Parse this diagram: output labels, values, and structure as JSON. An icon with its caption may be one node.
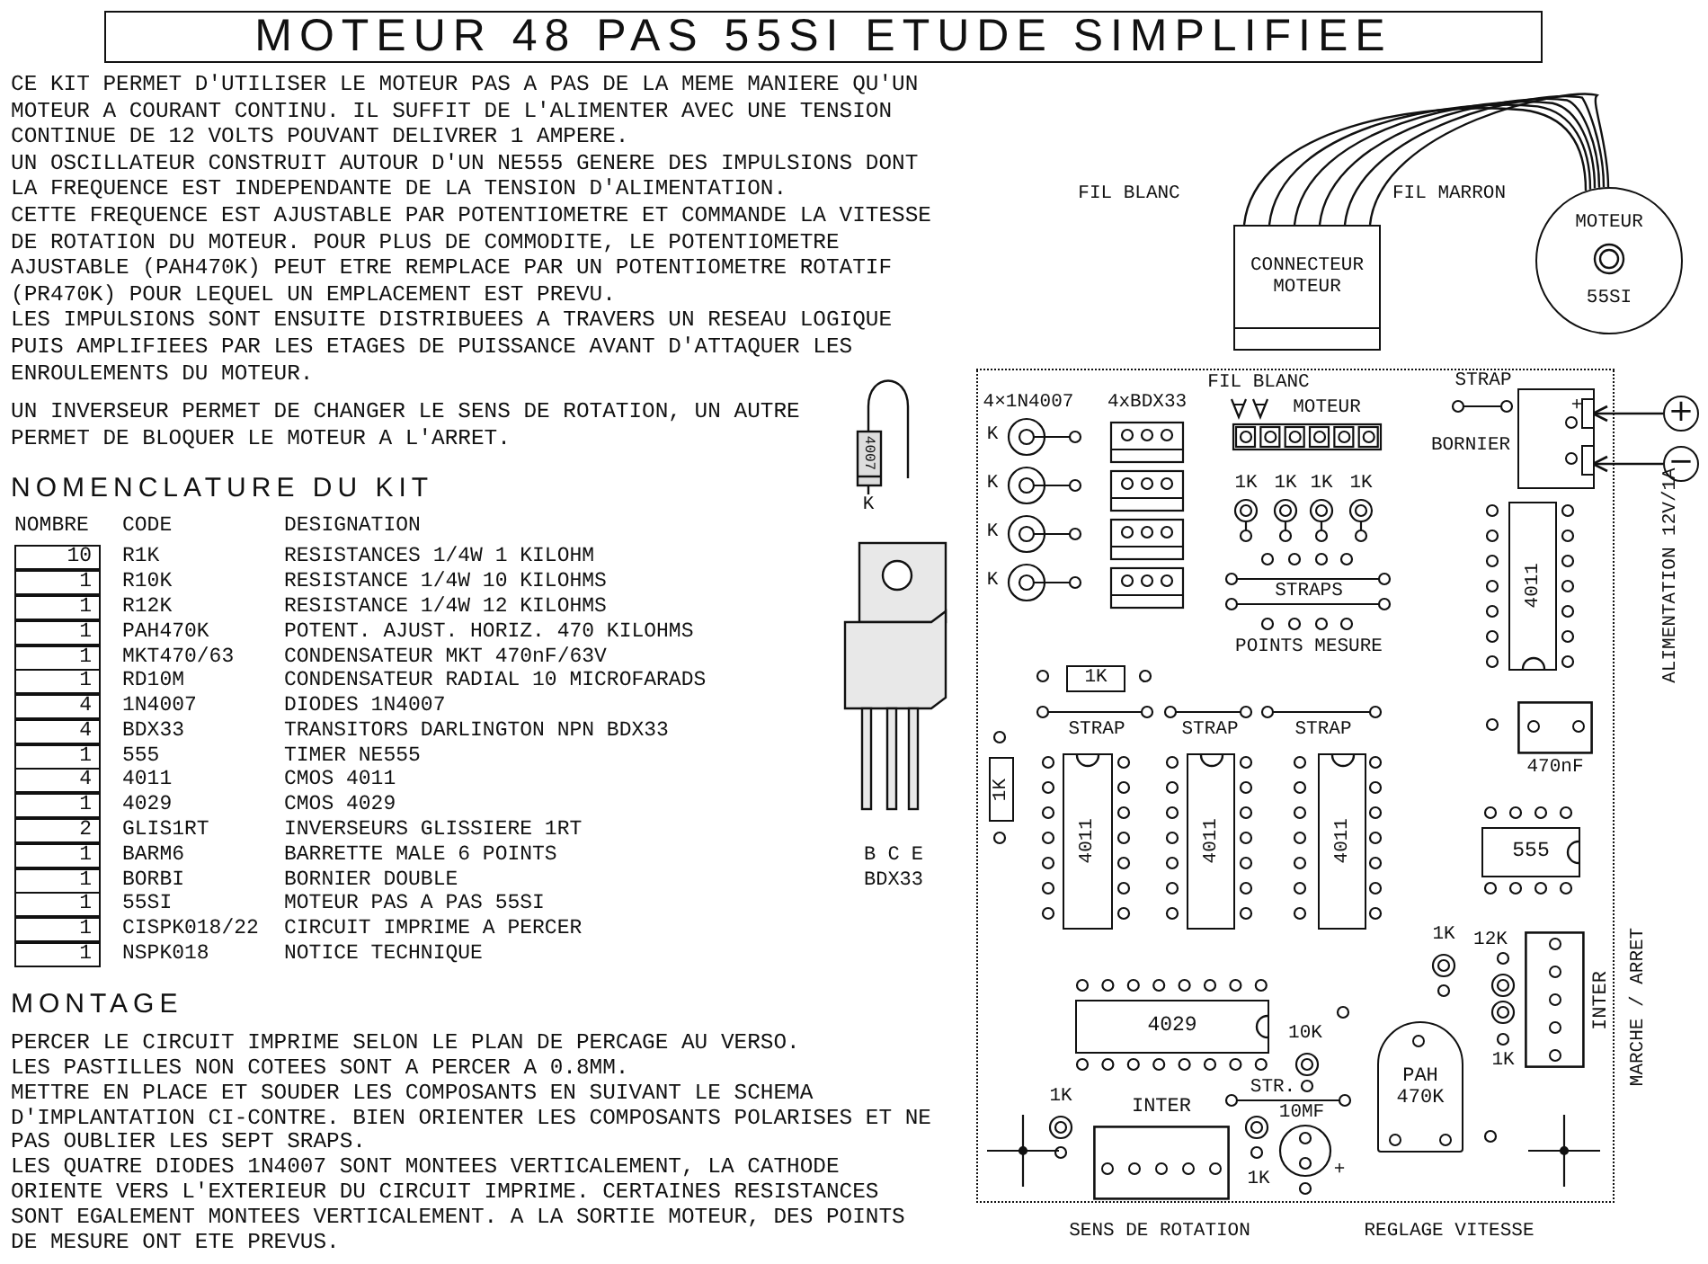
{
  "diagram": {
    "title": "MOTEUR 48 PAS 55SI ETUDE SIMPLIFIEE",
    "nodes": [
      {
        "text": [
          "CONNECTEUR MOTEUR"
        ]
      },
      {
        "text": [
          "MOTEUR",
          "55SI"
        ]
      },
      {
        "text": [],
        "shape": "box"
      },
      {
        "text": [
          "+"
        ]
      },
      {
        "text": [
          "−"
        ]
      },
      {
        "text": [],
        "shape": "box",
        "in": 2
      },
      {
        "text": [
          "4011"
        ],
        "in": 2
      },
      {
        "text": [
          "1K"
        ],
        "in": 2
      },
      {
        "text": [
          "1K"
        ],
        "in": 2
      },
      {
        "text": [
          "4011"
        ],
        "in": 2
      },
      {
        "text": [
          "4011"
        ],
        "in": 2
      },
      {
        "text": [
          "4011"
        ],
        "in": 2
      },
      {
        "text": [
          "470nF"
        ],
        "in": 2
      },
      {
        "text": [
          "555"
        ],
        "in": 2
      },
      {
        "text": [
          "4029"
        ],
        "in": 2
      },
      {
        "text": [
          "INTER"
        ],
        "in": 2
      },
      {
        "text": [
          "PAH 470K"
        ],
        "in": 2
      },
      {
        "text": [
          "INTER"
        ],
        "in": 2
      }
    ],
    "edges": [
      {
        "from": 0,
        "to": 1,
        "arrow": "none"
      },
      {
        "from": 0,
        "to": 1,
        "arrow": "none"
      },
      {
        "from": 0,
        "to": 1,
        "arrow": "none"
      },
      {
        "from": 0,
        "to": 1,
        "arrow": "none"
      },
      {
        "from": 0,
        "to": 1,
        "arrow": "none"
      },
      {
        "from": 0,
        "to": 1,
        "arrow": "none"
      },
      {
        "from": 3,
        "to": 5,
        "arrow": "to"
      },
      {
        "from": 4,
        "to": 5,
        "arrow": "to"
      }
    ],
    "labels": [
      "CE KIT PERMET D'UTILISER LE MOTEUR PAS A PAS DE LA MEME MANIERE QU'UN MOTEUR A COURANT CONTINU. IL SUFFIT DE L'ALIMENTER AVEC UNE TENSION CONTINUE DE 12 VOLTS POUVANT DELIVRER 1 AMPERE.",
      "UN OSCILLATEUR CONSTRUIT AUTOUR D'UN NE555 GENERE DES IMPULSIONS DONT LA FREQUENCE EST INDEPENDANTE DE LA TENSION D'ALIMENTATION.",
      "CETTE FREQUENCE EST AJUSTABLE PAR POTENTIOMETRE ET COMMANDE LA VITESSE DE ROTATION DU MOTEUR. POUR PLUS DE COMMODITE, LE POTENTIOMETRE AJUSTABLE (PAH470K) PEUT ETRE REMPLACE PAR UN POTENTIOMETRE ROTATIF (PR470K) POUR LEQUEL UN EMPLACEMENT EST PREVU.",
      "LES IMPULSIONS SONT ENSUITE DISTRIBUEES A TRAVERS UN RESEAU LOGIQUE PUIS AMPLIFIEES PAR LES ETAGES DE PUISSANCE AVANT D'ATTAQUER LES ENROULEMENTS DU MOTEUR.",
      "UN INVERSEUR PERMET DE CHANGER LE SENS DE ROTATION, UN AUTRE PERMET DE BLOQUER LE MOTEUR A L'ARRET.",
      "NOMENCLATURE DU KIT",
      "NOMBRE",
      "CODE",
      "DESIGNATION",
      "10",
      "R1K",
      "RESISTANCES 1/4W 1 KILOHM",
      "1",
      "R10K",
      "RESISTANCE 1/4W 10 KILOHMS",
      "1",
      "R12K",
      "RESISTANCE 1/4W 12 KILOHMS",
      "1",
      "PAH470K",
      "POTENT. AJUST. HORIZ. 470 KILOHMS",
      "1",
      "MKT470/63",
      "CONDENSATEUR MKT 470nF/63V",
      "1",
      "RD10M",
      "CONDENSATEUR RADIAL 10 MICROFARADS",
      "4",
      "1N4007",
      "DIODES 1N4007",
      "4",
      "BDX33",
      "TRANSITORS DARLINGTON NPN BDX33",
      "1",
      "555",
      "TIMER NE555",
      "4",
      "4011",
      "CMOS 4011",
      "1",
      "4029",
      "CMOS 4029",
      "2",
      "GLIS1RT",
      "INVERSEURS GLISSIERE 1RT",
      "1",
      "BARM6",
      "BARRETTE MALE 6 POINTS",
      "1",
      "BORBI",
      "BORNIER DOUBLE",
      "1",
      "55SI",
      "MOTEUR PAS A PAS 55SI",
      "1",
      "CISPK018/22",
      "CIRCUIT IMPRIME A PERCER",
      "1",
      "NSPK018",
      "NOTICE TECHNIQUE",
      "MONTAGE",
      "PERCER LE CIRCUIT IMPRIME SELON LE PLAN DE PERCAGE AU VERSO.",
      "LES PASTILLES NON COTEES SONT A PERCER A 0.8MM.",
      "METTRE EN PLACE ET SOUDER LES COMPOSANTS EN SUIVANT LE SCHEMA D'IMPLANTATION CI-CONTRE. BIEN ORIENTER LES COMPOSANTS POLARISES ET NE PAS OUBLIER LES SEPT SRAPS.",
      "LES QUATRE DIODES 1N4007 SONT MONTEES VERTICALEMENT, LA CATHODE ORIENTE VERS L'EXTERIEUR DU CIRCUIT IMPRIME. CERTAINES RESISTANCES SONT EGALEMENT MONTEES VERTICALEMENT. A LA SORTIE MOTEUR, DES POINTS DE MESURE ONT ETE PREVUS.",
      "4007",
      "K",
      "B C E",
      "BDX33",
      "FIL BLANC",
      "FIL MARRON",
      "4×1N4007",
      "4xBDX33",
      "FIL BLANC",
      "MOTEUR",
      "STRAP",
      "BORNIER",
      "+",
      "K",
      "K",
      "K",
      "K",
      "1K",
      "1K",
      "1K",
      "1K",
      "STRAPS",
      "POINTS MESURE",
      "ALIMENTATION 12V/1A",
      "STRAP",
      "STRAP",
      "STRAP",
      "1K",
      "12K",
      "1K",
      "MARCHE / ARRET",
      "10K",
      "STR.",
      "10MF",
      "+",
      "1K",
      "1K",
      "SENS DE ROTATION",
      "REGLAGE VITESSE"
    ]
  }
}
